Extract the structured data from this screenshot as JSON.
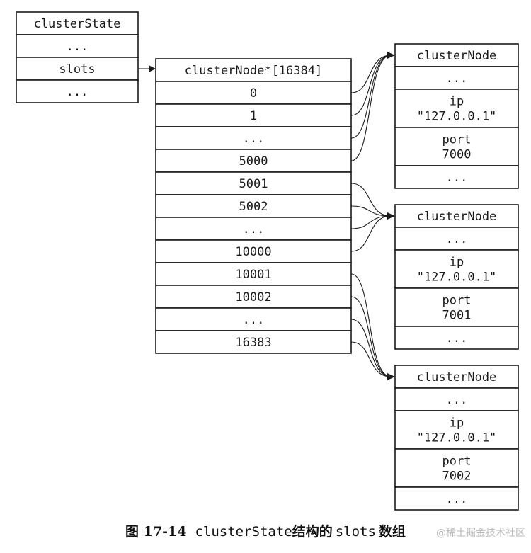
{
  "cluster_state": {
    "cells": [
      "clusterState",
      "...",
      "slots",
      "..."
    ]
  },
  "slots_array": {
    "cells": [
      "clusterNode*[16384]",
      "0",
      "1",
      "...",
      "5000",
      "5001",
      "5002",
      "...",
      "10000",
      "10001",
      "10002",
      "...",
      "16383"
    ]
  },
  "nodes": [
    {
      "header": "clusterNode",
      "dots_top": "...",
      "ip_label": "ip",
      "ip_value": "\"127.0.0.1\"",
      "port_label": "port",
      "port_value": "7000",
      "dots_bottom": "..."
    },
    {
      "header": "clusterNode",
      "dots_top": "...",
      "ip_label": "ip",
      "ip_value": "\"127.0.0.1\"",
      "port_label": "port",
      "port_value": "7001",
      "dots_bottom": "..."
    },
    {
      "header": "clusterNode",
      "dots_top": "...",
      "ip_label": "ip",
      "ip_value": "\"127.0.0.1\"",
      "port_label": "port",
      "port_value": "7002",
      "dots_bottom": "..."
    }
  ],
  "caption": {
    "figure_number": "图 17-14",
    "code_term": "clusterState",
    "text_middle": "结构的",
    "code_term_2": "slots",
    "text_end": "数组"
  },
  "watermark": "@稀土掘金技术社区"
}
